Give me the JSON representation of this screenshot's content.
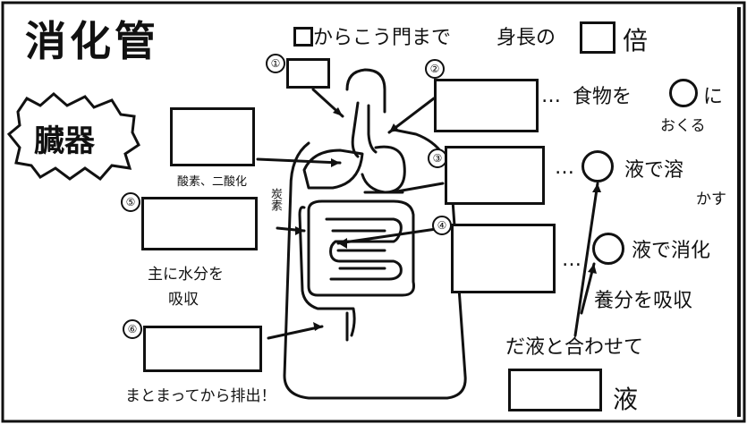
{
  "title": "消化管",
  "length_sentence": {
    "prefix_box_label": "",
    "text": "からこう門まで",
    "body_height": "身長の",
    "suffix": "倍"
  },
  "organs_label": "臓器",
  "enzyme_label_1": "酸素、二酸化",
  "enzyme_label_2": "炭素",
  "numbers": [
    "①",
    "②",
    "③",
    "④",
    "⑤",
    "⑥"
  ],
  "right_texts": {
    "food_to": "食物を",
    "ni": "に",
    "okuru": "おくる",
    "dots": "…",
    "eki_de_tokasu": "液で溶",
    "kasu": "かす",
    "eki_de_shouka": "液で消化",
    "youbun": "養分を吸収",
    "daeki": "だ液と合わせて",
    "eki": "液"
  },
  "left_notes": {
    "water_1": "主に水分を",
    "water_2": "吸収",
    "excrete": "まとまってから排出！"
  }
}
